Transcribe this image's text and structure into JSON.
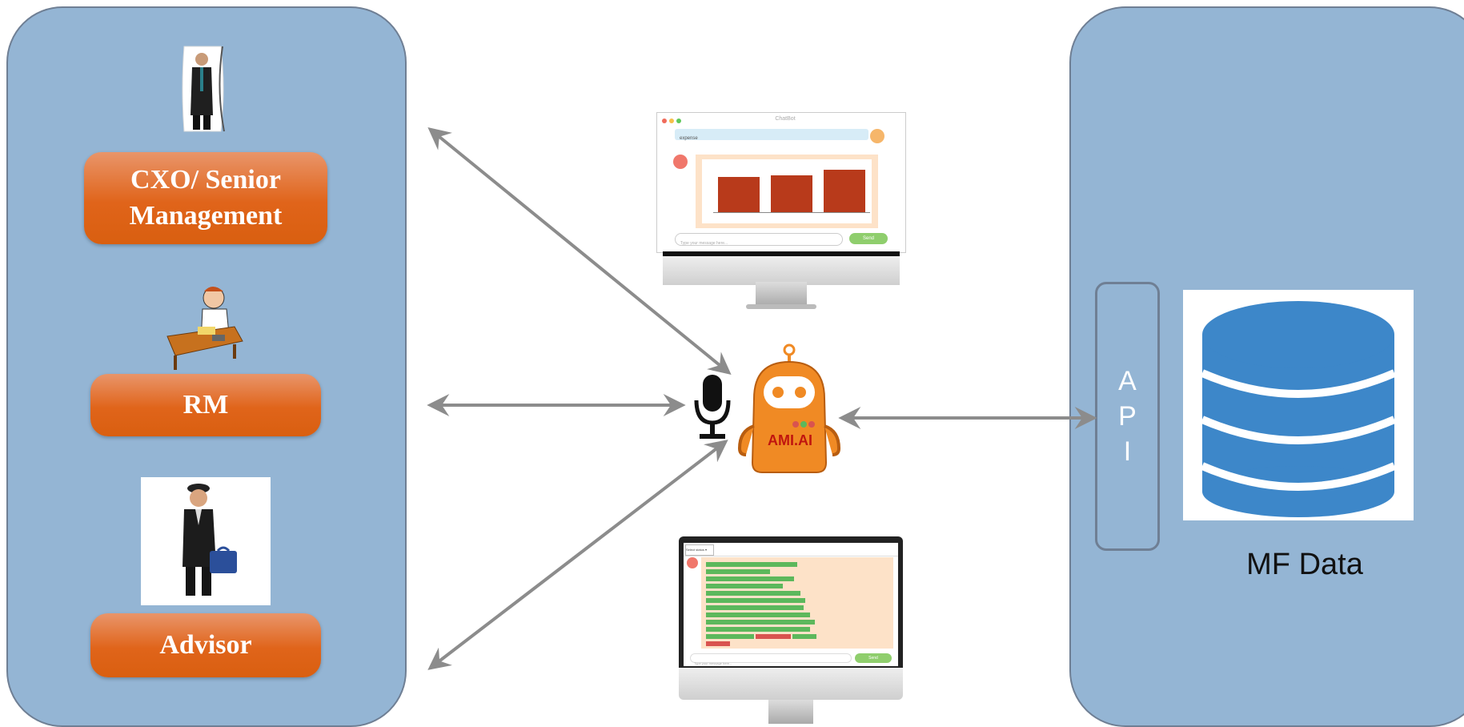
{
  "left_panel": {
    "roles": [
      {
        "label": "CXO/ Senior\nManagement",
        "icon": "executive-figure-icon"
      },
      {
        "label": "RM",
        "icon": "relationship-manager-figure-icon"
      },
      {
        "label": "Advisor",
        "icon": "advisor-figure-icon"
      }
    ]
  },
  "center": {
    "bot_label": "AMI.AI",
    "top_monitor": {
      "window_title": "ChatBot",
      "user_message": "expense",
      "input_placeholder": "Type your message here...",
      "send_label": "Send"
    },
    "bottom_monitor": {
      "dropdown_label": "Select status ▾",
      "input_placeholder": "Type your message here...",
      "send_label": "Send"
    }
  },
  "right_panel": {
    "api_letters": [
      "A",
      "P",
      "I"
    ],
    "data_label": "MF Data"
  },
  "colors": {
    "panel": "#94b5d4",
    "accent_orange": "#e0641a",
    "bot_orange": "#f08a24",
    "arrow": "#8c8c8c",
    "database_blue": "#3d87c9",
    "bar_red": "#b83a1b",
    "tag_green": "#5cb85c",
    "tag_red": "#d9534f"
  }
}
